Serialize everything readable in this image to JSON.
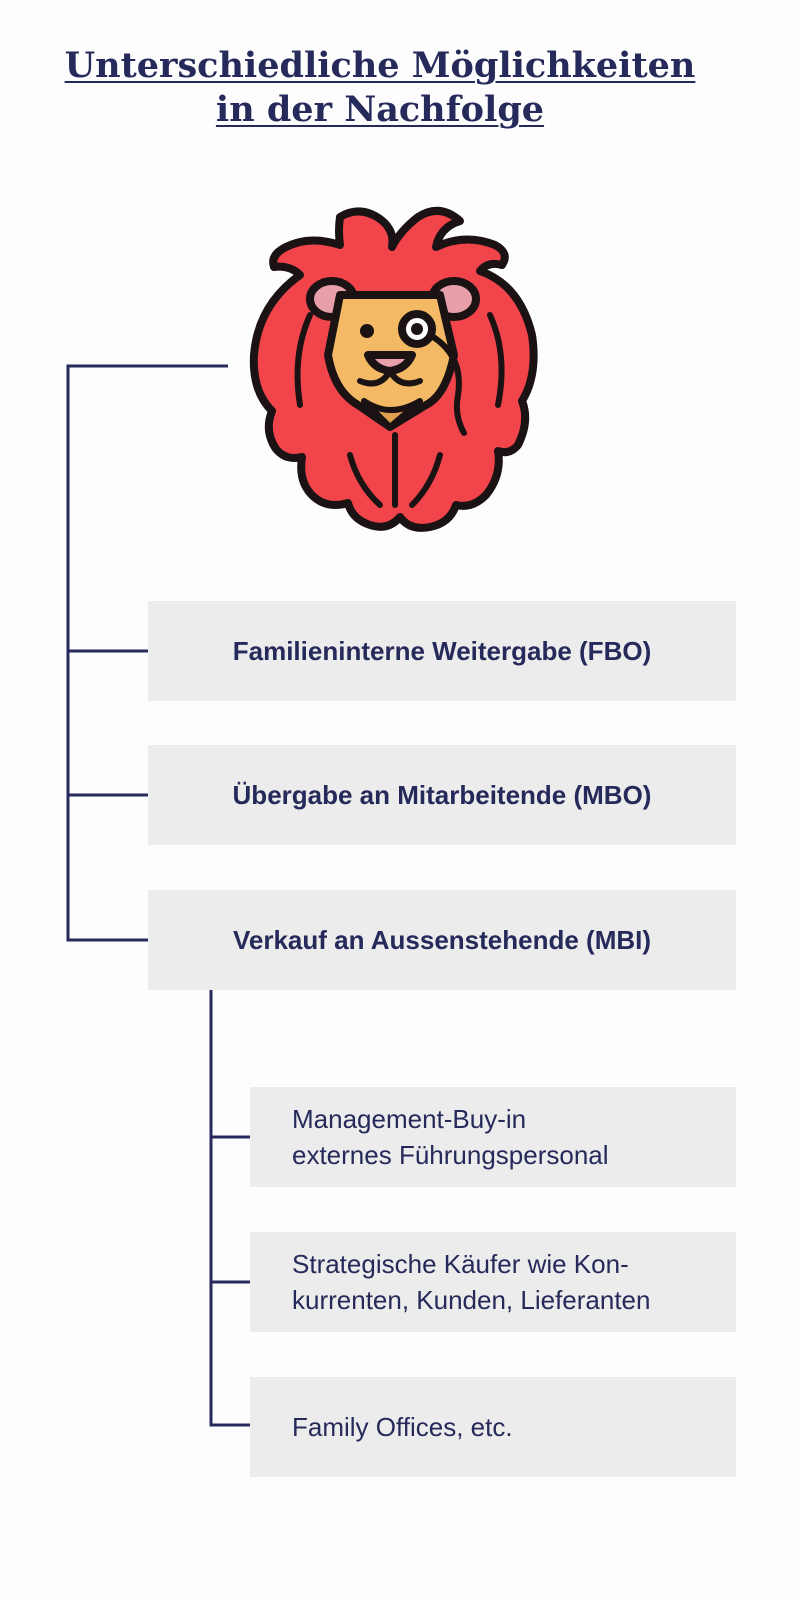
{
  "title": {
    "line1": "Unterschiedliche Möglichkeiten",
    "line2": "in der Nachfolge"
  },
  "illustration": {
    "icon": "lion-with-monocle-icon",
    "colors": {
      "mane": "#f2454b",
      "mane_dark": "#c9333b",
      "face": "#f3b964",
      "ear_inner": "#e7a0aa",
      "outline": "#1b1214"
    }
  },
  "options": [
    {
      "label": "Familieninterne Weitergabe (FBO)"
    },
    {
      "label": "Übergabe an Mitarbeitende (MBO)"
    },
    {
      "label": "Verkauf an Aussenstehende (MBI)"
    }
  ],
  "mbi_details": [
    {
      "line1": "Management-Buy-in",
      "line2": "externes Führungspersonal"
    },
    {
      "line1": "Strategische Käufer wie Kon-",
      "line2": "kurrenten, Kunden, Lieferanten"
    },
    {
      "line1": "Family Offices, etc.",
      "line2": ""
    }
  ],
  "colors": {
    "text": "#252a5a",
    "connector": "#252a5a",
    "box_background": "#ececec",
    "page_background": "#fdfdfd"
  }
}
